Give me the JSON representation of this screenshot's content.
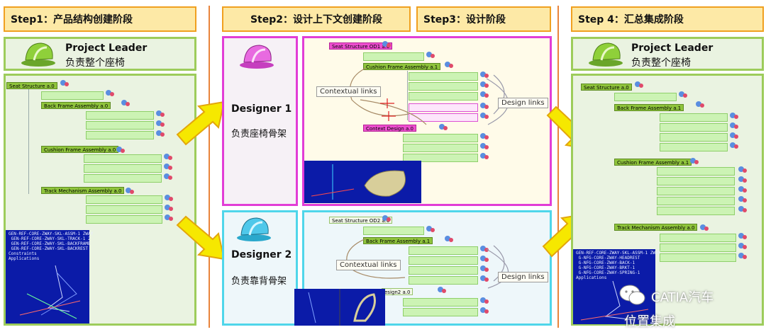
{
  "steps": {
    "step1": "Step1：产品结构创建阶段",
    "step2": "Step2：设计上下文创建阶段",
    "step3": "Step3：设计阶段",
    "step4": "Step 4：汇总集成阶段"
  },
  "leader": {
    "name": "Project Leader",
    "role": "负责整个座椅"
  },
  "designer1": {
    "name": "Designer 1",
    "role": "负责座椅骨架"
  },
  "designer2": {
    "name": "Designer 2",
    "role": "负责靠背骨架"
  },
  "tree_left": {
    "root": "Seat Structure a.0",
    "back_frame": "Back Frame Assembly a.0",
    "cushion_frame": "Cushion Frame Assembly a.0",
    "track": "Track Mechanism Assembly a.0"
  },
  "tree_right": {
    "root": "Seat Structure a.0",
    "back_frame": "Back Frame Assembly a.1",
    "cushion_frame": "Cushion Frame Assembly a.1",
    "track": "Track Mechanism Assembly a.0"
  },
  "design1": {
    "root": "Seat Structure OD1 a.0",
    "assembly": "Cushion Frame Assembly a.1",
    "context": "Context Design a.0",
    "contextual_links": "Contextual links",
    "design_links": "Design links"
  },
  "design2": {
    "root": "Seat Structure OD2 a.0",
    "assembly": "Back Frame Assembly a.1",
    "context": "esign2 a.0",
    "contextual_links": "Contextual links",
    "design_links": "Design links"
  },
  "screen_left": "GEN-REF-CORE-ZWAY-SKL-ASSM-1 ZWAY\n GEN-REF-CORE-ZWAY-SKL-TRACK-1 2\n GEN-REF-CORE-ZWAY-SKL-BACKFRAME\n GEN-REF-CORE-ZWAY-SKL-BACKREST\nConstraints\nApplications",
  "screen_right": "GEN-REF-CORE-ZWAY-SKL-ASSM-1 ZWAY\n G-NFG-CORE-ZWAY-HEADREST\n G-NFG-CORE-ZWAY-BACK-1\n G-NFG-CORE-ZWAY-BRKT-1\n G-NFG-CORE-ZWAY-SPRING-1\nApplications",
  "watermark": {
    "brand": "CATIA汽车",
    "sub": "位置集成"
  },
  "colors": {
    "step_fill": "#fde9a6",
    "step_border": "#f0a020",
    "green": "#9dcc5b",
    "pink": "#e23dd6",
    "cyan": "#4fd6ea",
    "arrow": "#f6e800"
  }
}
